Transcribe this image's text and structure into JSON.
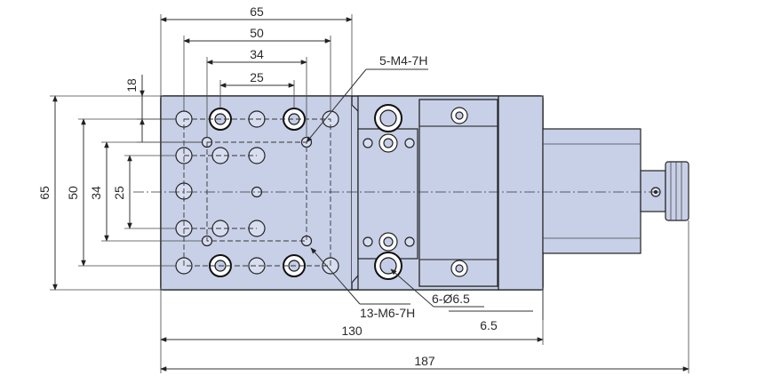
{
  "drawing": {
    "dimensions": {
      "top_65": "65",
      "top_50": "50",
      "top_34": "34",
      "top_25": "25",
      "left_18": "18",
      "left_65": "65",
      "left_50": "50",
      "left_34": "34",
      "left_25": "25",
      "bottom_130": "130",
      "bottom_187": "187",
      "right_6_5": "6.5"
    },
    "callouts": {
      "tapped_m4": "5-M4-7H",
      "tapped_m6": "13-M6-7H",
      "through_holes": "6-Ø6.5"
    }
  }
}
